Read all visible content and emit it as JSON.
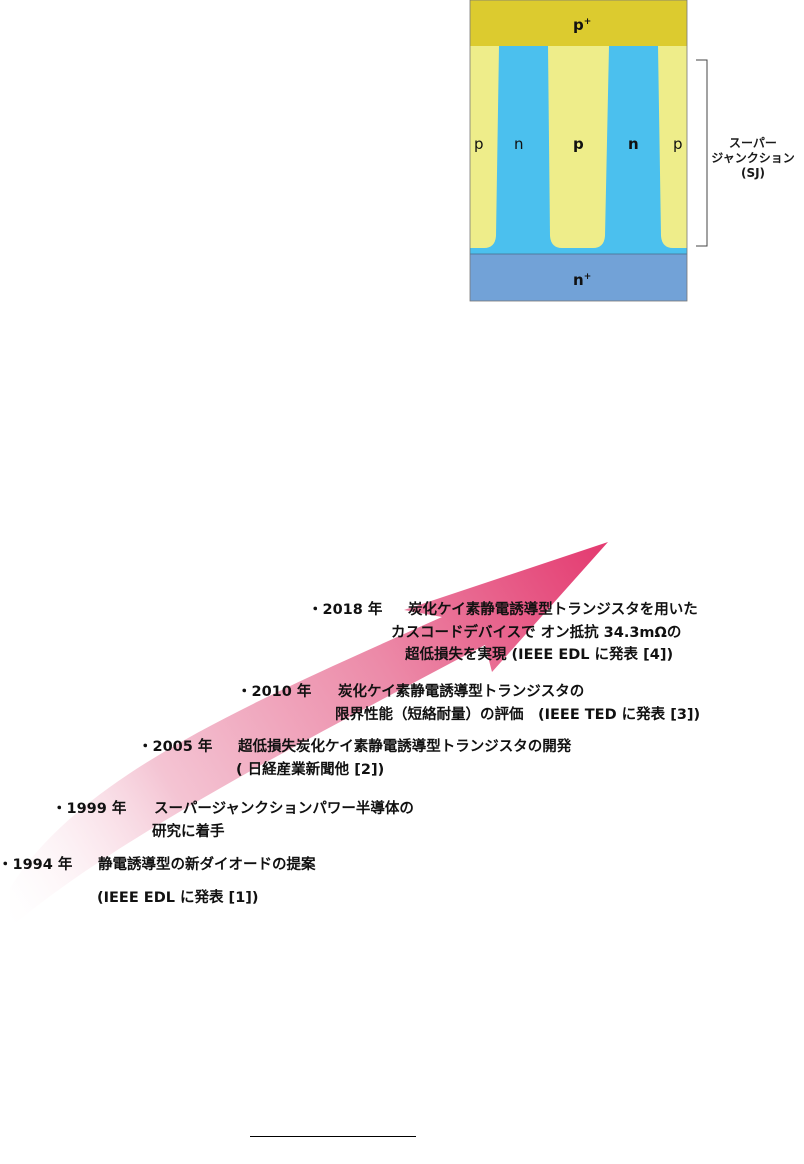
{
  "sj_diagram": {
    "top_layer": {
      "label": "p",
      "sup": "+"
    },
    "bottom_layer": {
      "label": "n",
      "sup": "+"
    },
    "columns": [
      {
        "label": "p",
        "type": "p"
      },
      {
        "label": "n",
        "type": "n"
      },
      {
        "label": "p",
        "type": "p"
      },
      {
        "label": "n",
        "type": "n"
      },
      {
        "label": "p",
        "type": "p"
      }
    ],
    "caption": [
      "スーパー",
      "ジャンクション",
      "(SJ)"
    ],
    "colors": {
      "p_plus": "#dccb2f",
      "p_column": "#eeed8a",
      "n_drift": "#4bc0ee",
      "n_plus": "#72a2d7"
    }
  },
  "timeline": {
    "arrow_color": "#e43d72",
    "entries": [
      {
        "bullet": "・",
        "year": "2018 年",
        "lines": [
          "炭化ケイ素静電誘導型トランジスタを用いた",
          "カスコードデバイスで オン抵抗 34.3mΩの",
          "超低損失を実現 (IEEE EDL に発表 [4])"
        ]
      },
      {
        "bullet": "・",
        "year": "2010 年",
        "lines": [
          "炭化ケイ素静電誘導型トランジスタの",
          "限界性能（短絡耐量）の評価　(IEEE TED に発表 [3])"
        ]
      },
      {
        "bullet": "・",
        "year": "2005 年",
        "lines": [
          "超低損失炭化ケイ素静電誘導型トランジスタの開発",
          "( 日経産業新聞他 [2])"
        ]
      },
      {
        "bullet": "・",
        "year": "1999 年",
        "lines": [
          "スーパージャンクションパワー半導体の",
          "研究に着手"
        ]
      },
      {
        "bullet": "・",
        "year": "1994 年",
        "lines": [
          "静電誘導型の新ダイオードの提案",
          "(IEEE EDL に発表 [1])"
        ]
      }
    ]
  }
}
